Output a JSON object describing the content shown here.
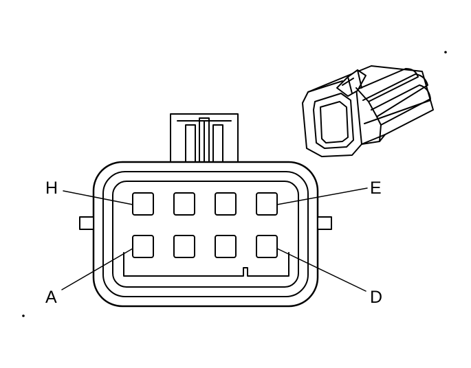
{
  "diagram": {
    "pin_labels": {
      "top_left": "H",
      "top_right": "E",
      "bottom_left": "A",
      "bottom_right": "D"
    },
    "cavity_rows": 2,
    "cavity_columns": 4,
    "line_color": "#000000",
    "background_color": "#ffffff"
  }
}
